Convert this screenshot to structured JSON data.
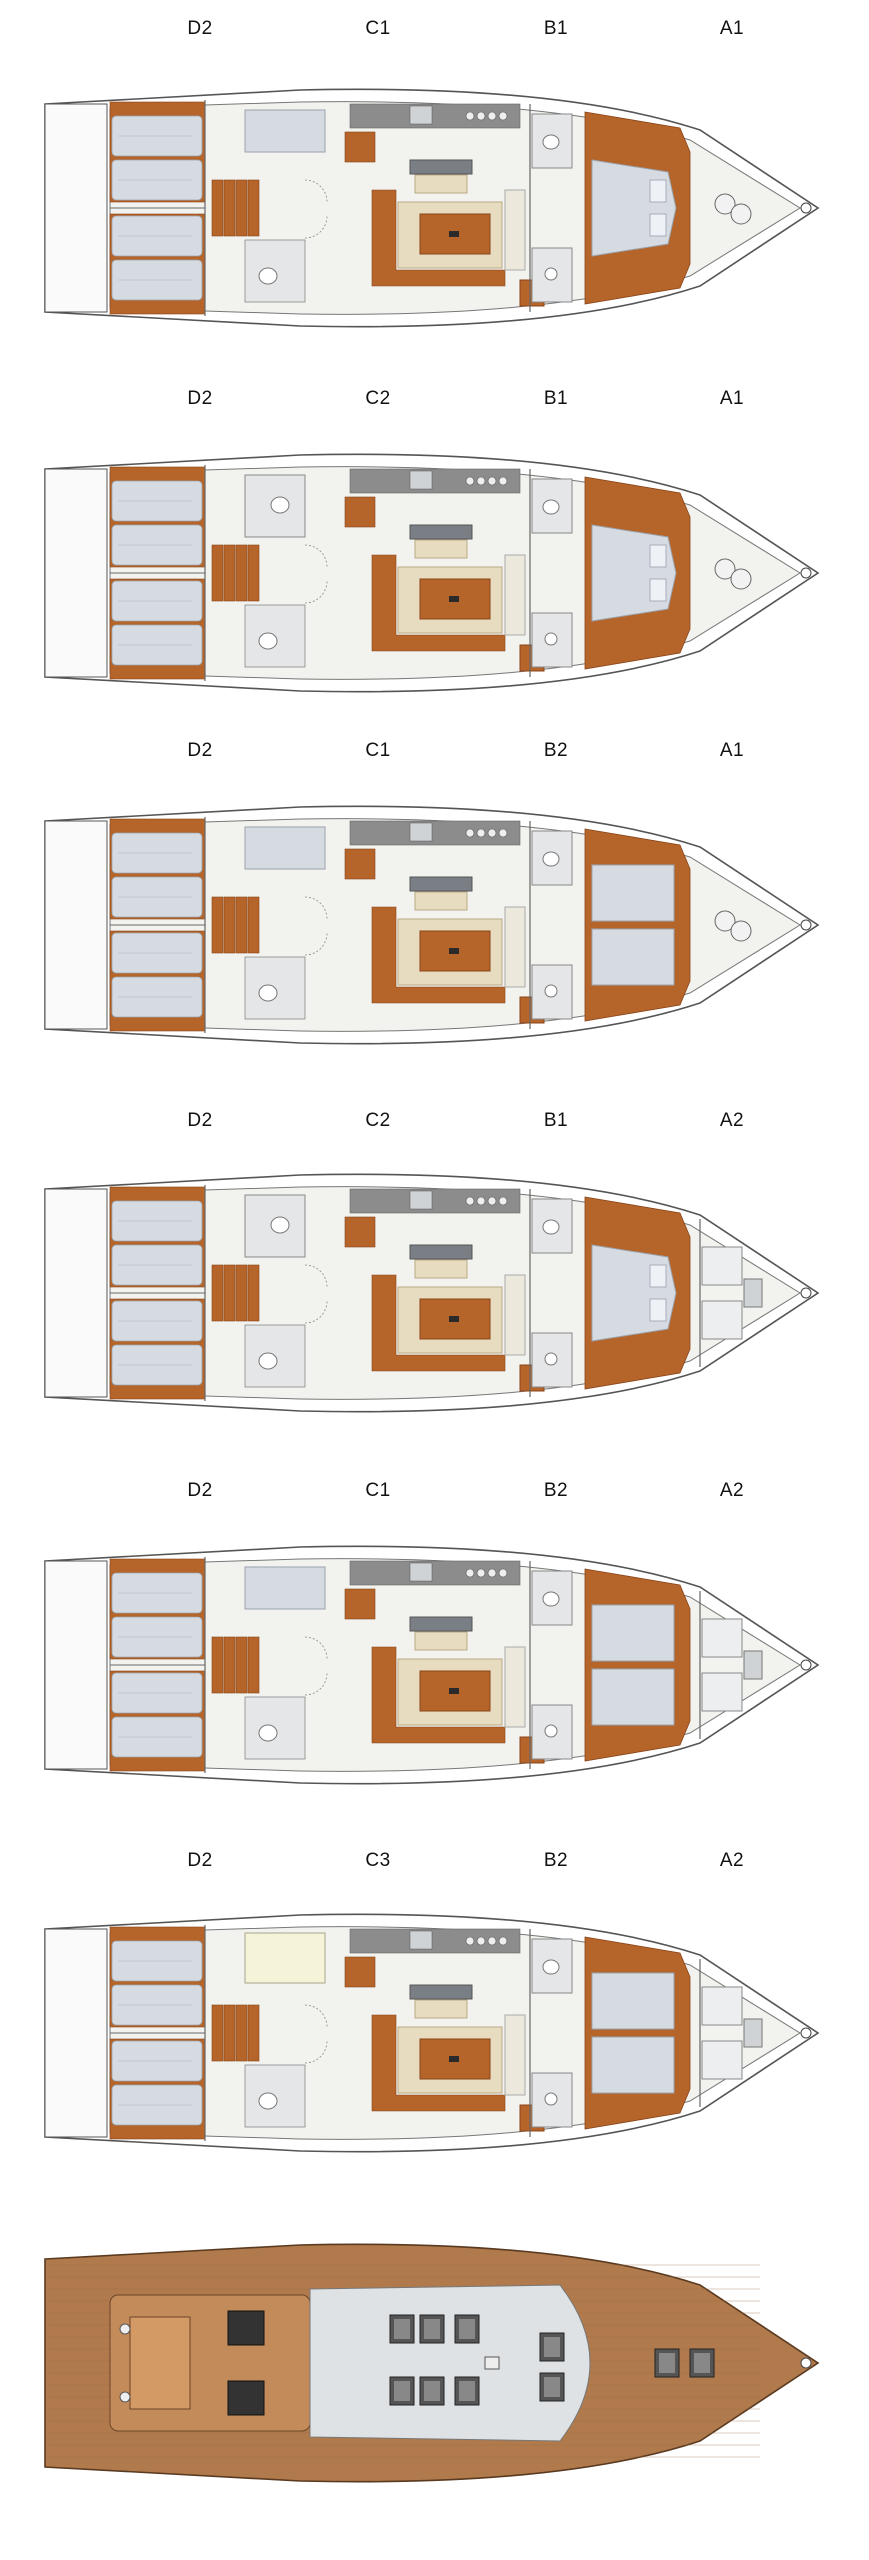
{
  "layouts": [
    {
      "labels": [
        "D2",
        "C1",
        "B1",
        "A1"
      ],
      "aft": "D2",
      "mid": "C1",
      "fwd": "B1",
      "bow": "A1"
    },
    {
      "labels": [
        "D2",
        "C2",
        "B1",
        "A1"
      ],
      "aft": "D2",
      "mid": "C2",
      "fwd": "B1",
      "bow": "A1"
    },
    {
      "labels": [
        "D2",
        "C1",
        "B2",
        "A1"
      ],
      "aft": "D2",
      "mid": "C1",
      "fwd": "B2",
      "bow": "A1"
    },
    {
      "labels": [
        "D2",
        "C2",
        "B1",
        "A2"
      ],
      "aft": "D2",
      "mid": "C2",
      "fwd": "B1",
      "bow": "A2"
    },
    {
      "labels": [
        "D2",
        "C1",
        "B2",
        "A2"
      ],
      "aft": "D2",
      "mid": "C1",
      "fwd": "B2",
      "bow": "A2"
    },
    {
      "labels": [
        "D2",
        "C3",
        "B2",
        "A2"
      ],
      "aft": "D2",
      "mid": "C3",
      "fwd": "B2",
      "bow": "A2"
    }
  ],
  "colors": {
    "hull_outline": "#555555",
    "teak": "#b5652a",
    "teak_dark": "#8a4418",
    "floor": "#f2f2ee",
    "mattress": "#d6dbe2",
    "counter": "#8c8c8c",
    "upholstery": "#e8dcc0",
    "deck": "#b07a4c",
    "head": "#e4e6e8",
    "cabinet_yellow": "#f6f4d8"
  },
  "deck": {
    "view": "deck-plan",
    "hatches": 10
  }
}
